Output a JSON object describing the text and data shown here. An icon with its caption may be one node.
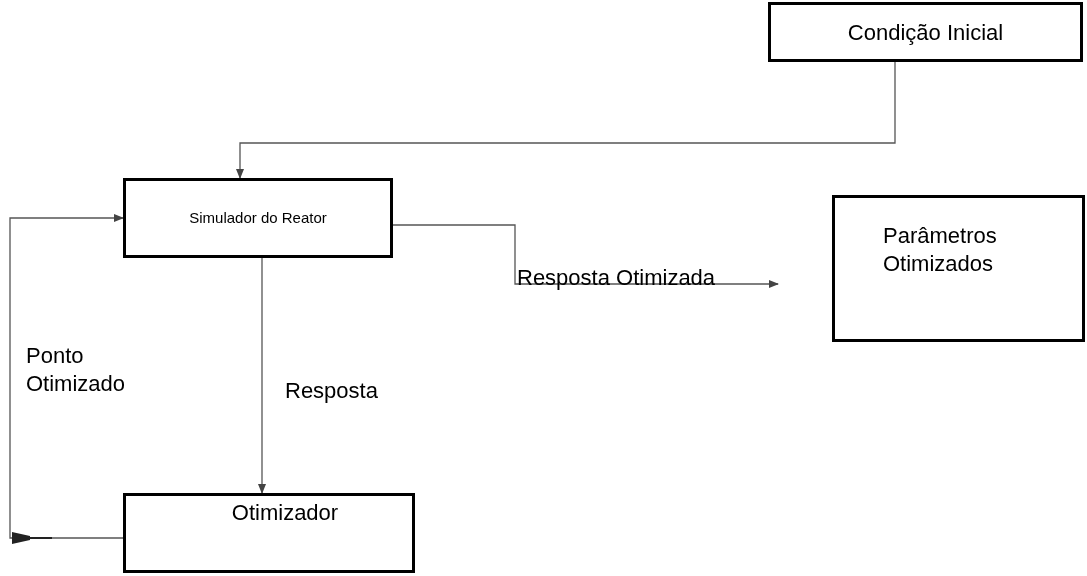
{
  "diagram": {
    "nodes": [
      {
        "text": [
          "Condição Inicial"
        ]
      },
      {
        "text": [
          "Simulador do Reator"
        ]
      },
      {
        "text": [
          "Parâmetros Otimizados"
        ]
      },
      {
        "text": [
          "Otimizador"
        ]
      }
    ],
    "edges": [
      {
        "from": 0,
        "to": 1,
        "arrow": "to"
      },
      {
        "from": 1,
        "to": null,
        "arrow": "to",
        "label": "Resposta Otimizada"
      },
      {
        "from": 1,
        "to": 3,
        "arrow": "to",
        "label": "Resposta"
      },
      {
        "from": 3,
        "to": 1,
        "arrow": "to",
        "label": "Ponto Otimizado"
      }
    ]
  }
}
